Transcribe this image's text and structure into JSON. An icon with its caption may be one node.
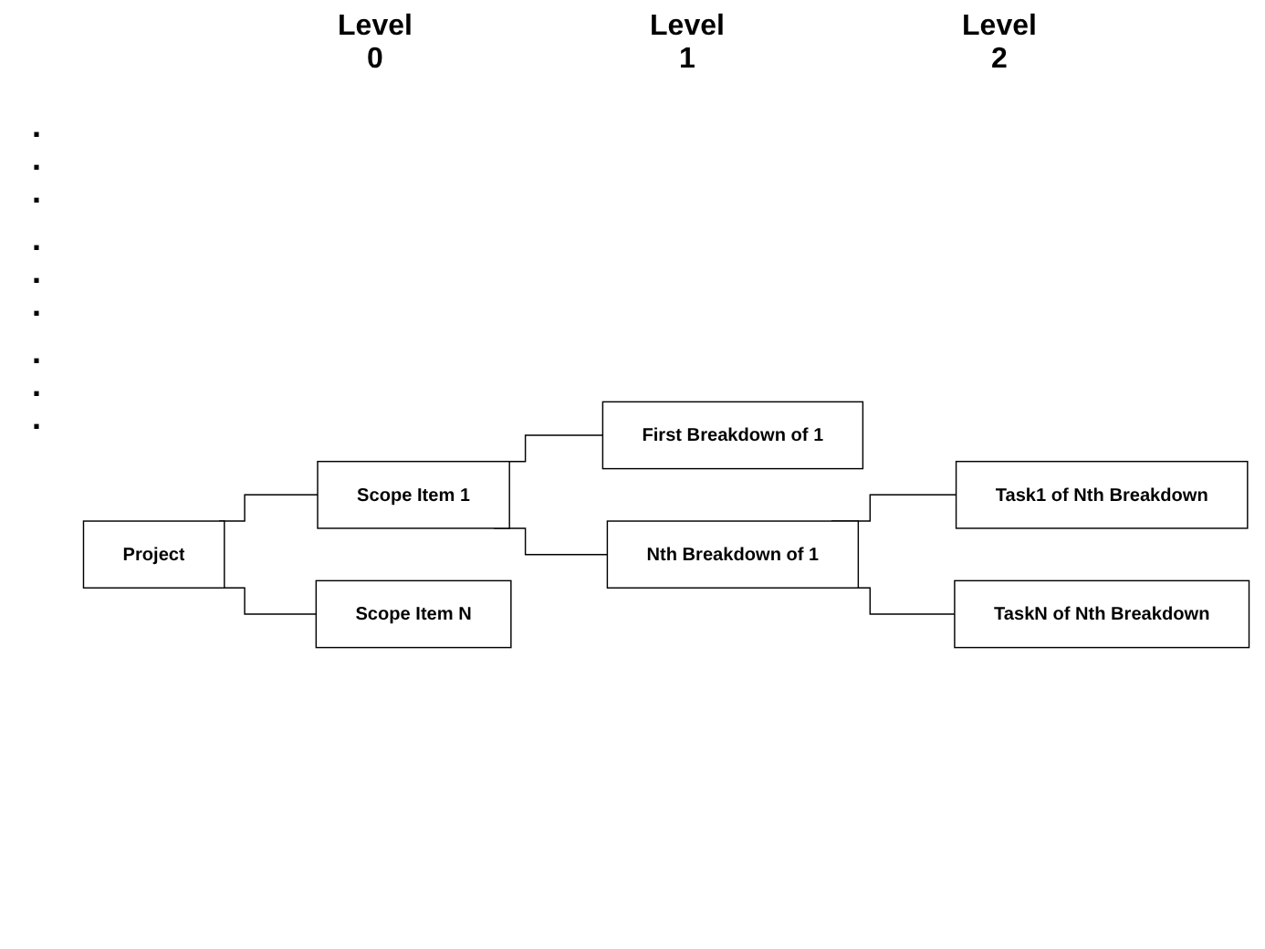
{
  "diagram": {
    "nodes": [
      {
        "text": [
          "Project"
        ]
      },
      {
        "text": [
          "Scope Item 1"
        ]
      },
      {
        "text": [
          "Scope Item N"
        ]
      },
      {
        "text": [
          "First Breakdown of 1"
        ]
      },
      {
        "text": [
          "Nth Breakdown of 1"
        ]
      },
      {
        "text": [
          "Task1 of Nth Breakdown"
        ]
      },
      {
        "text": [
          "TaskN of Nth Breakdown"
        ]
      }
    ],
    "edges": [
      {
        "from": 0,
        "to": 1,
        "arrow": "none"
      },
      {
        "from": 0,
        "to": 2,
        "arrow": "none"
      },
      {
        "from": 1,
        "to": 3,
        "arrow": "none"
      },
      {
        "from": 1,
        "to": 4,
        "arrow": "none"
      },
      {
        "from": 4,
        "to": 5,
        "arrow": "none"
      },
      {
        "from": 4,
        "to": 6,
        "arrow": "none"
      }
    ],
    "labels": [
      "Level 0",
      "Level 1",
      "Level 2",
      ". . .",
      ". . .",
      ". . ."
    ]
  }
}
